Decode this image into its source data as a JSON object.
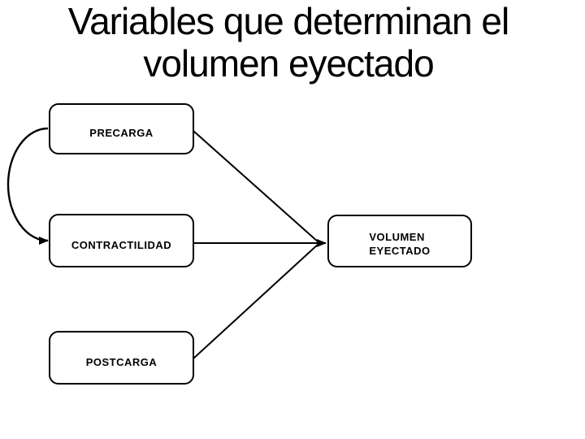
{
  "title": {
    "line1": "Variables que determinan el",
    "line2": "volumen eyectado"
  },
  "nodes": {
    "precarga": {
      "label": "PRECARGA"
    },
    "contractilidad": {
      "label": "CONTRACTILIDAD"
    },
    "postcarga": {
      "label": "POSTCARGA"
    },
    "volumen_eyectado": {
      "lines": [
        "VOLUMEN",
        "EYECTADO"
      ]
    }
  },
  "edges": [
    {
      "from": "PRECARGA",
      "to": "CONTRACTILIDAD",
      "style": "curved-arrow-left"
    },
    {
      "from": "PRECARGA",
      "to": "VOLUMEN EYECTADO",
      "style": "straight-line"
    },
    {
      "from": "CONTRACTILIDAD",
      "to": "VOLUMEN EYECTADO",
      "style": "straight-arrow"
    },
    {
      "from": "POSTCARGA",
      "to": "VOLUMEN EYECTADO",
      "style": "straight-line"
    }
  ],
  "colors": {
    "background": "#ffffff",
    "line": "#000000",
    "text": "#000000",
    "box_fill": "#ffffff"
  }
}
